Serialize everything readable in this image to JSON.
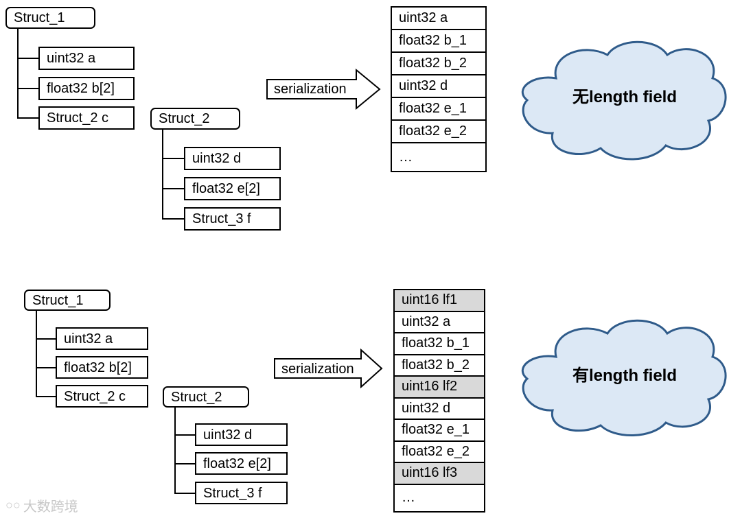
{
  "top": {
    "struct1": {
      "title": "Struct_1",
      "fields": [
        "uint32 a",
        "float32 b[2]",
        "Struct_2 c"
      ]
    },
    "struct2": {
      "title": "Struct_2",
      "fields": [
        "uint32 d",
        "float32 e[2]",
        "Struct_3 f"
      ]
    },
    "arrow_label": "serialization",
    "serialized": [
      {
        "text": "uint32 a",
        "shaded": false
      },
      {
        "text": "float32 b_1",
        "shaded": false
      },
      {
        "text": "float32 b_2",
        "shaded": false
      },
      {
        "text": "uint32 d",
        "shaded": false
      },
      {
        "text": "float32 e_1",
        "shaded": false
      },
      {
        "text": "float32 e_2",
        "shaded": false
      },
      {
        "text": "…",
        "shaded": false
      }
    ],
    "cloud_label": "无length field"
  },
  "bottom": {
    "struct1": {
      "title": "Struct_1",
      "fields": [
        "uint32 a",
        "float32 b[2]",
        "Struct_2 c"
      ]
    },
    "struct2": {
      "title": "Struct_2",
      "fields": [
        "uint32 d",
        "float32 e[2]",
        "Struct_3 f"
      ]
    },
    "arrow_label": "serialization",
    "serialized": [
      {
        "text": "uint16 lf1",
        "shaded": true
      },
      {
        "text": "uint32 a",
        "shaded": false
      },
      {
        "text": "float32 b_1",
        "shaded": false
      },
      {
        "text": "float32 b_2",
        "shaded": false
      },
      {
        "text": "uint16 lf2",
        "shaded": true
      },
      {
        "text": "uint32 d",
        "shaded": false
      },
      {
        "text": "float32 e_1",
        "shaded": false
      },
      {
        "text": "float32 e_2",
        "shaded": false
      },
      {
        "text": "uint16 lf3",
        "shaded": true
      },
      {
        "text": "…",
        "shaded": false
      }
    ],
    "cloud_label": "有length field"
  },
  "watermark": "大数跨境",
  "colors": {
    "cloud_fill": "#dce8f5",
    "cloud_stroke": "#2f5b8a",
    "shaded_cell": "#d9d9d9"
  }
}
